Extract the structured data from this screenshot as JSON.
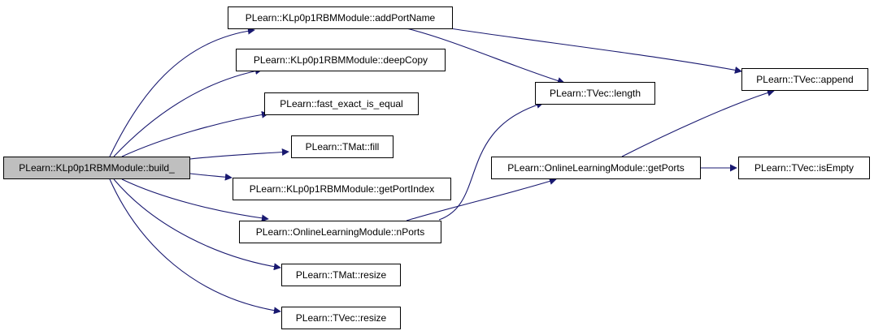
{
  "colors": {
    "edge": "#191970",
    "node_border": "#000000",
    "node_fill": "#ffffff",
    "root_fill": "#bfbfbf"
  },
  "nodes": {
    "build": "PLearn::KLp0p1RBMModule::build_",
    "addPortName": "PLearn::KLp0p1RBMModule::addPortName",
    "deepCopy": "PLearn::KLp0p1RBMModule::deepCopy",
    "fastExactIsEqual": "PLearn::fast_exact_is_equal",
    "tmatFill": "PLearn::TMat::fill",
    "getPortIndex": "PLearn::KLp0p1RBMModule::getPortIndex",
    "nPorts": "PLearn::OnlineLearningModule::nPorts",
    "tmatResize": "PLearn::TMat::resize",
    "tvecResize": "PLearn::TVec::resize",
    "tvecLength": "PLearn::TVec::length",
    "getPorts": "PLearn::OnlineLearningModule::getPorts",
    "tvecAppend": "PLearn::TVec::append",
    "tvecIsEmpty": "PLearn::TVec::isEmpty"
  }
}
